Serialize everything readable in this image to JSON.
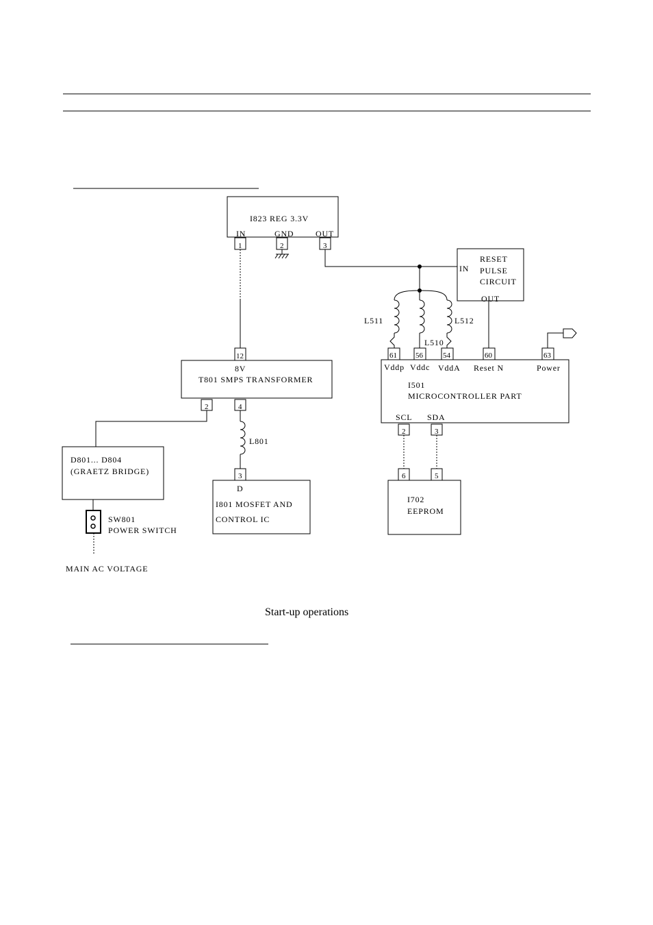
{
  "caption": "Start-up operations",
  "blocks": {
    "i823": {
      "label": "I823 REG 3.3V",
      "pins": {
        "in": "IN",
        "gnd": "GND",
        "out": "OUT"
      },
      "pin_numbers": [
        "1",
        "2",
        "3"
      ]
    },
    "reset_circuit": {
      "lines": [
        "RESET",
        "PULSE",
        "CIRCUIT"
      ],
      "in": "IN",
      "out": "OUT"
    },
    "t801": {
      "top_label": "8V",
      "label": "T801 SMPS TRANSFORMER",
      "pin_top": "12",
      "pins_bottom": [
        "2",
        "4"
      ]
    },
    "i501": {
      "line1": "I501",
      "line2": "MICROCONTROLLER PART",
      "top_pins": [
        {
          "number": "61",
          "label": "Vddp"
        },
        {
          "number": "56",
          "label": "Vddc"
        },
        {
          "number": "54",
          "label": "VddA"
        },
        {
          "number": "60",
          "label": "Reset N"
        },
        {
          "number": "63",
          "label": "Power"
        }
      ],
      "bottom_pins": [
        {
          "number": "2",
          "label": "SCL"
        },
        {
          "number": "3",
          "label": "SDA"
        }
      ]
    },
    "bridge": {
      "line1": "D801... D804",
      "line2": "(GRAETZ BRIDGE)"
    },
    "i801": {
      "pin_number": "3",
      "pin_label": "D",
      "line1": "I801 MOSFET AND",
      "line2": "CONTROL IC"
    },
    "i702": {
      "line1": "I702",
      "line2": "EEPROM",
      "pins": [
        "6",
        "5"
      ]
    },
    "switch": {
      "line1": "SW801",
      "line2": "POWER SWITCH"
    },
    "ac": {
      "label": "MAIN AC VOLTAGE"
    }
  },
  "inductors": {
    "l511": "L511",
    "l510": "L510",
    "l512": "L512",
    "l801": "L801"
  }
}
